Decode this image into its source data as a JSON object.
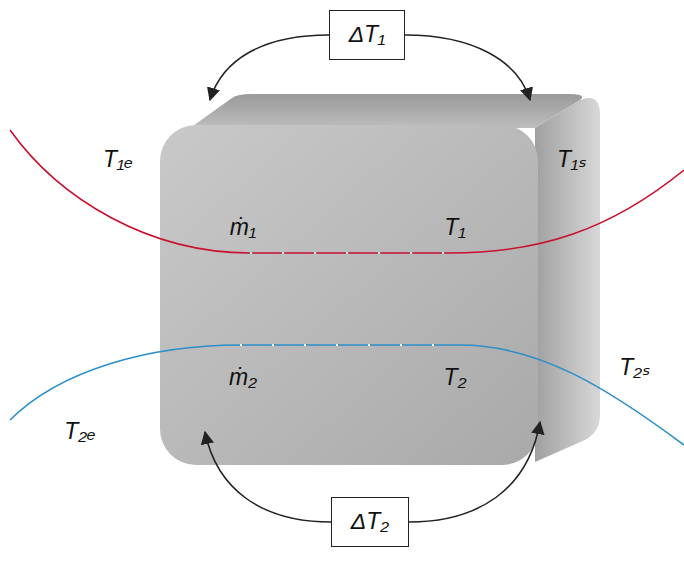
{
  "diagram": {
    "nodes": [
      {
        "text": [
          "ΔT₁"
        ]
      },
      {
        "text": [
          "ṁ₁",
          "T₁",
          "ṁ₂",
          "T₂"
        ]
      },
      {
        "text": [
          "ΔT₂"
        ]
      }
    ],
    "labels": [
      "T₁ₑ",
      "T₁ₛ",
      "T₂ₑ",
      "T₂ₛ"
    ]
  }
}
